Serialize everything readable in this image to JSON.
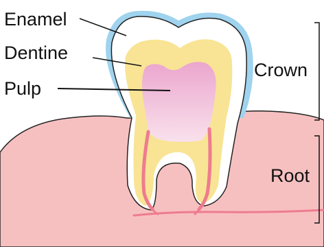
{
  "labels": {
    "enamel": "Enamel",
    "dentine": "Dentine",
    "pulp": "Pulp",
    "crown": "Crown",
    "root": "Root"
  },
  "colors": {
    "gum": "#F7C0C0",
    "gum_outline": "#222222",
    "enamel_outer": "#9FD3EE",
    "enamel_inner": "#FFFFFF",
    "dentine": "#F8E494",
    "pulp_top": "#EBA6CE",
    "pulp_bottom": "#F9E1EC",
    "root_canal": "#EE7C8E",
    "text": "#111111"
  }
}
